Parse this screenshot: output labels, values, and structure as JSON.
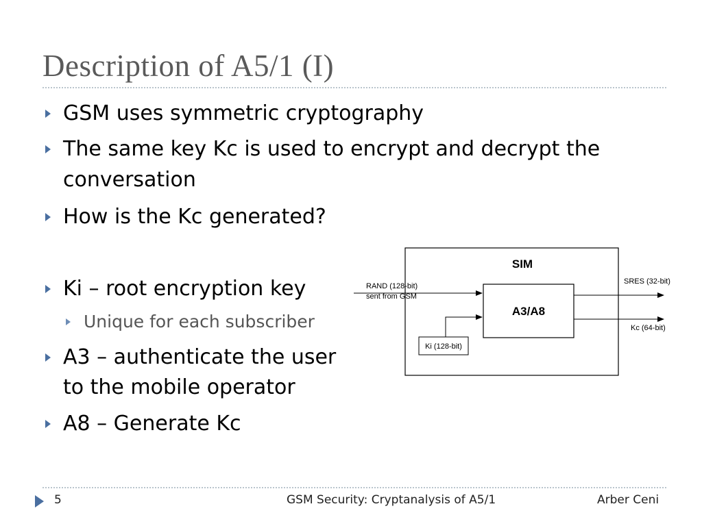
{
  "slide": {
    "title": "Description of A5/1 (I)"
  },
  "bullets": [
    {
      "line1": "GSM uses symmetric cryptography"
    },
    {
      "line1": "The same key Kc is used to encrypt and decrypt the",
      "line2": "conversation"
    },
    {
      "line1": "How is the Kc generated?"
    },
    {
      "line1": "Ki – root encryption key"
    },
    {
      "line1": "Unique for each subscriber"
    },
    {
      "line1": "A3 – authenticate the user",
      "line2": "to the mobile operator"
    },
    {
      "line1": "A8 – Generate Kc"
    }
  ],
  "diagram": {
    "sim_label": "SIM",
    "block_label": "A3/A8",
    "rand_line1": "RAND (128-bit)",
    "rand_line2": "sent from GSM",
    "ki_label": "Ki (128-bit)",
    "sres_label": "SRES (32-bit)",
    "kc_label": "Kc (64-bit)"
  },
  "footer": {
    "page_number": "5",
    "center_text": "GSM Security: Cryptanalysis of A5/1",
    "author": "Arber Ceni"
  },
  "colors": {
    "title": "#5a5a5a",
    "bullet_arrow": "#4a6fa0",
    "rule": "#b9c4cc"
  }
}
